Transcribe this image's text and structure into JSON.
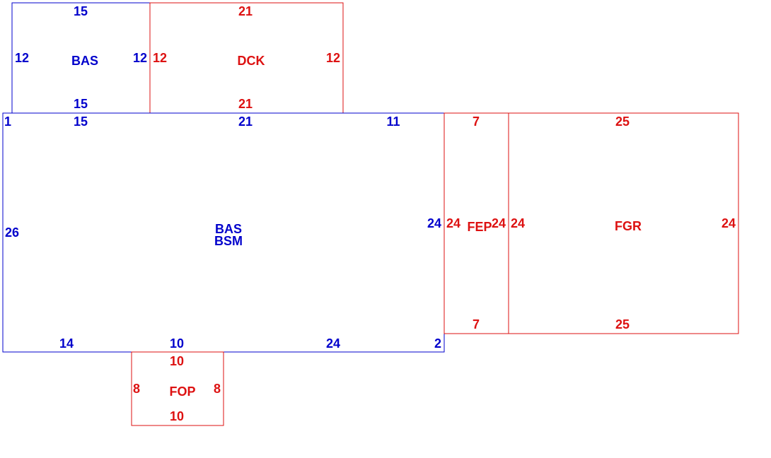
{
  "colors": {
    "living": "#0000cc",
    "other": "#dd1111"
  },
  "areas": [
    {
      "key": "bas_top",
      "color_role": "living",
      "labels": [
        "BAS"
      ],
      "dims": {
        "top": "15",
        "bottom": "15",
        "left": "12",
        "right": "12"
      }
    },
    {
      "key": "dck",
      "color_role": "other",
      "labels": [
        "DCK"
      ],
      "dims": {
        "top": "21",
        "bottom": "21",
        "left": "12",
        "right": "12"
      }
    },
    {
      "key": "bas_main",
      "color_role": "living",
      "labels": [
        "BAS",
        "BSM"
      ],
      "dims": {
        "top_a": "15",
        "top_b": "21",
        "top_c": "11",
        "corner_tl": "1",
        "left": "26",
        "right": "24",
        "bottom_a": "14",
        "bottom_b": "10",
        "bottom_c": "24",
        "corner_br": "2"
      }
    },
    {
      "key": "fep",
      "color_role": "other",
      "labels": [
        "FEP"
      ],
      "dims": {
        "top": "7",
        "bottom": "7",
        "left": "24",
        "right": "24"
      }
    },
    {
      "key": "fgr",
      "color_role": "other",
      "labels": [
        "FGR"
      ],
      "dims": {
        "top": "25",
        "bottom": "25",
        "left": "24",
        "right": "24"
      }
    },
    {
      "key": "fop",
      "color_role": "other",
      "labels": [
        "FOP"
      ],
      "dims": {
        "top": "10",
        "bottom": "10",
        "left": "8",
        "right": "8"
      }
    }
  ]
}
